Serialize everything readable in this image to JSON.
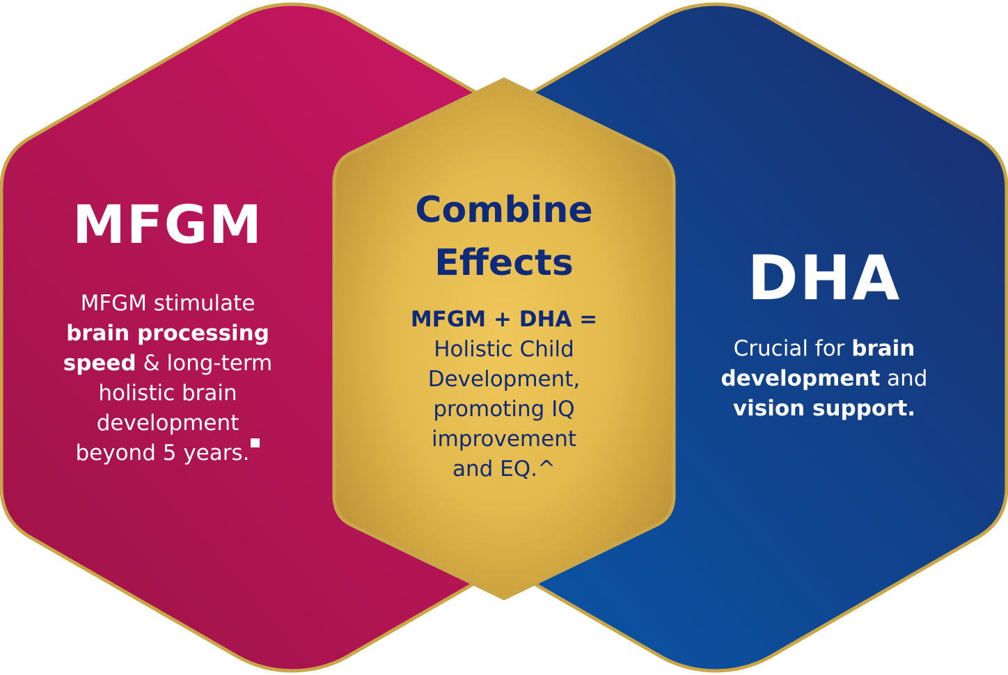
{
  "colors": {
    "left_hex": "#b3134e",
    "right_hex": "#0f3e8e",
    "center_hex": "#e2b94c",
    "border_gold": "#c9a748",
    "center_text": "#0e2a78"
  },
  "left": {
    "title": "MFGM",
    "l1": "MFGM stimulate",
    "l2_bold": "brain processing",
    "l3_bold": "speed",
    "l3_rest": " & long-term",
    "l4": "holistic brain",
    "l5": "development",
    "l6": "beyond 5 years."
  },
  "center": {
    "title_line1": "Combine",
    "title_line2": "Effects",
    "l1_bold": "MFGM + DHA =",
    "l2": "Holistic Child",
    "l3": "Development,",
    "l4": "promoting IQ",
    "l5": "improvement",
    "l6": "and EQ.^"
  },
  "right": {
    "title": "DHA",
    "l1_a": "Crucial for ",
    "l1_b": "brain",
    "l2_b": "development",
    "l2_c": " and",
    "l3_b": "vision support."
  }
}
